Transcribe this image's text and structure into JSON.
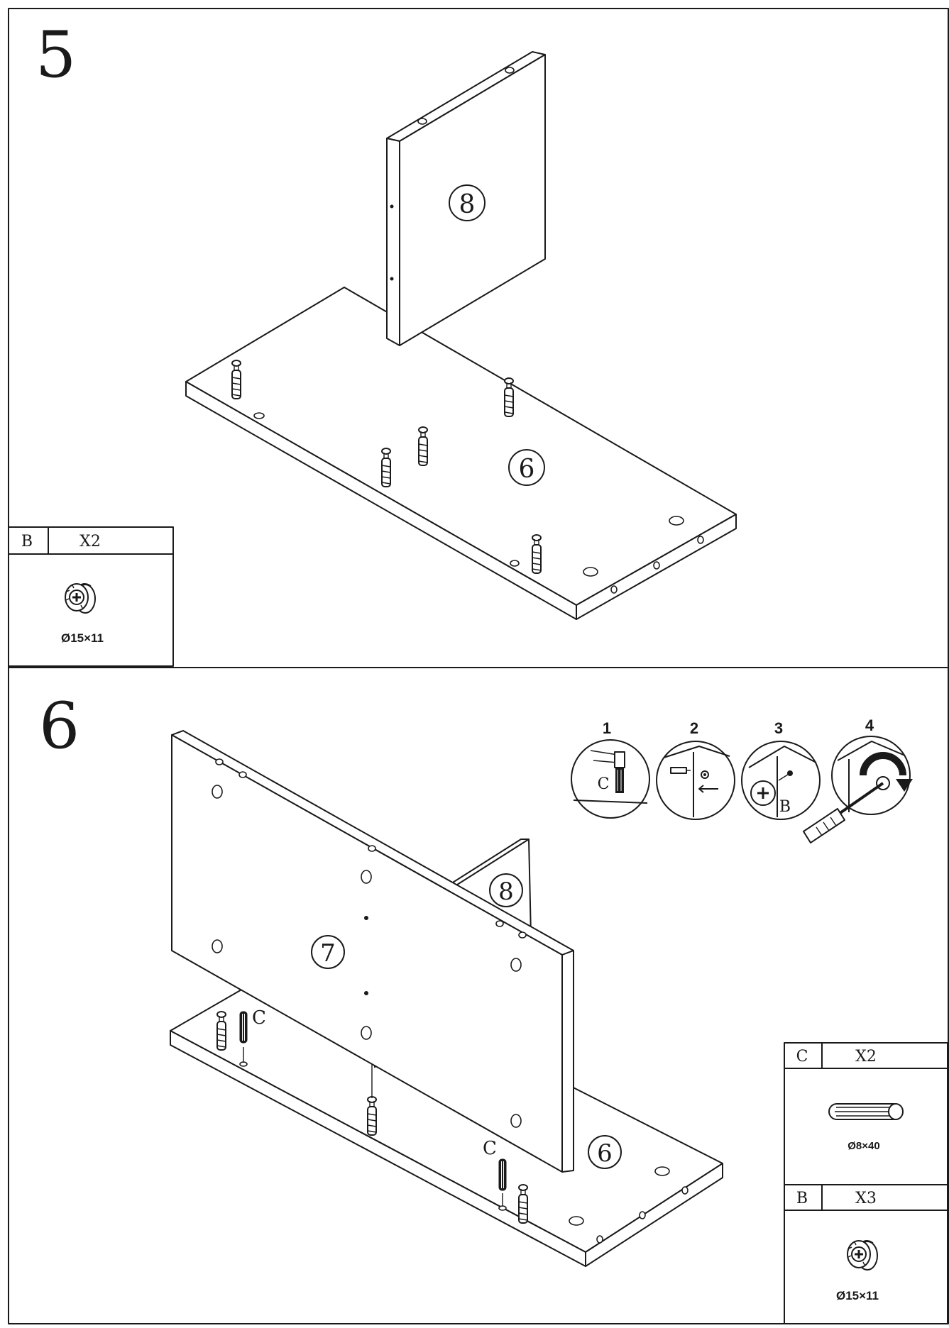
{
  "steps": [
    {
      "number": "5",
      "parts": [
        "8",
        "6"
      ],
      "hardware": [
        {
          "code": "B",
          "qty": "X2",
          "size": "Ø15×11",
          "icon": "cam-lock-icon"
        }
      ]
    },
    {
      "number": "6",
      "parts": [
        "7",
        "8",
        "6"
      ],
      "callouts": [
        "C",
        "C"
      ],
      "substeps": [
        "1",
        "2",
        "3",
        "4"
      ],
      "substep_labels": [
        "C",
        "B"
      ],
      "hardware": [
        {
          "code": "C",
          "qty": "X2",
          "size": "Ø8×40",
          "icon": "wood-dowel-icon"
        },
        {
          "code": "B",
          "qty": "X3",
          "size": "Ø15×11",
          "icon": "cam-lock-icon"
        }
      ]
    }
  ]
}
